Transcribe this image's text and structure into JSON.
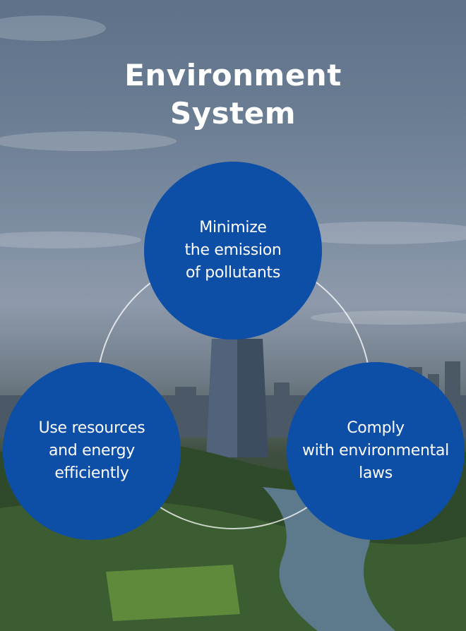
{
  "title": {
    "line1": "Environment",
    "line2": "System"
  },
  "circles": {
    "top": {
      "lines": [
        "Minimize",
        "the emission",
        "of pollutants"
      ]
    },
    "left": {
      "lines": [
        "Use resources",
        "and energy",
        "efficiently"
      ]
    },
    "right": {
      "lines": [
        "Comply",
        "with environmental",
        "laws"
      ]
    }
  },
  "colors": {
    "circle": "#0d4ea6",
    "ring": "#ffffff",
    "text": "#ffffff"
  }
}
